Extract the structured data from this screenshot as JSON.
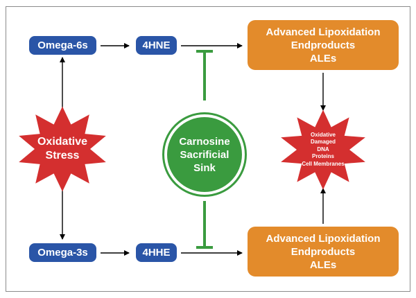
{
  "colors": {
    "blue": "#2a55a7",
    "orange": "#e38b2b",
    "red": "#d42f2f",
    "green": "#3a9b3f",
    "arrow": "#000000"
  },
  "nodes": {
    "omega6": "Omega-6s",
    "hne": "4HNE",
    "ale_top": [
      "Advanced Lipoxidation",
      "Endproducts",
      "ALEs"
    ],
    "oxidative_stress": [
      "Oxidative",
      "Stress"
    ],
    "carnosine": [
      "Carnosine",
      "Sacrificial",
      "Sink"
    ],
    "damage": [
      "Oxidative",
      "Damaged",
      "DNA",
      "Proteins",
      "Cell Membranes"
    ],
    "omega3": "Omega-3s",
    "hhe": "4HHE",
    "ale_bottom": [
      "Advanced Lipoxidation",
      "Endproducts",
      "ALEs"
    ]
  }
}
